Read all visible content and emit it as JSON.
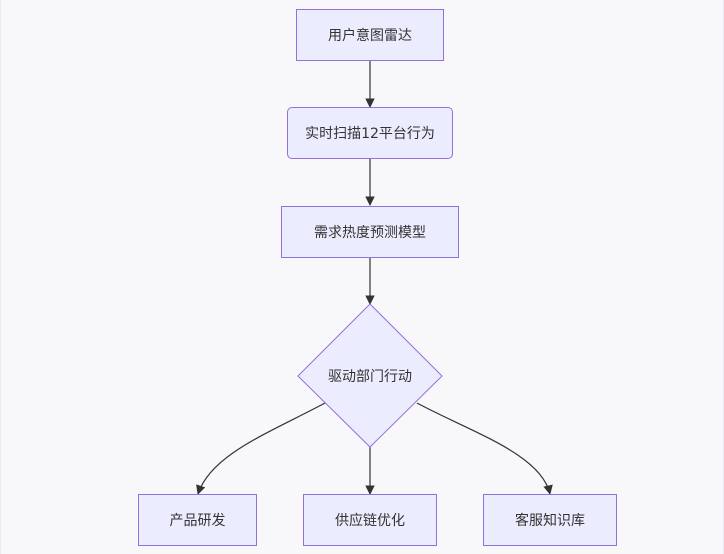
{
  "diagram": {
    "nodes": {
      "radar": "用户意图雷达",
      "scan": "实时扫描12平台行为",
      "model": "需求热度预测模型",
      "drive": "驱动部门行动",
      "rnd": "产品研发",
      "supply": "供应链优化",
      "support": "客服知识库"
    },
    "edges": [
      {
        "from": "radar",
        "to": "scan"
      },
      {
        "from": "scan",
        "to": "model"
      },
      {
        "from": "model",
        "to": "drive"
      },
      {
        "from": "drive",
        "to": "rnd"
      },
      {
        "from": "drive",
        "to": "supply"
      },
      {
        "from": "drive",
        "to": "support"
      }
    ],
    "colors": {
      "node_fill": "#ececff",
      "node_border": "#9370db",
      "edge": "#333333",
      "background": "#f8f8fa"
    }
  }
}
